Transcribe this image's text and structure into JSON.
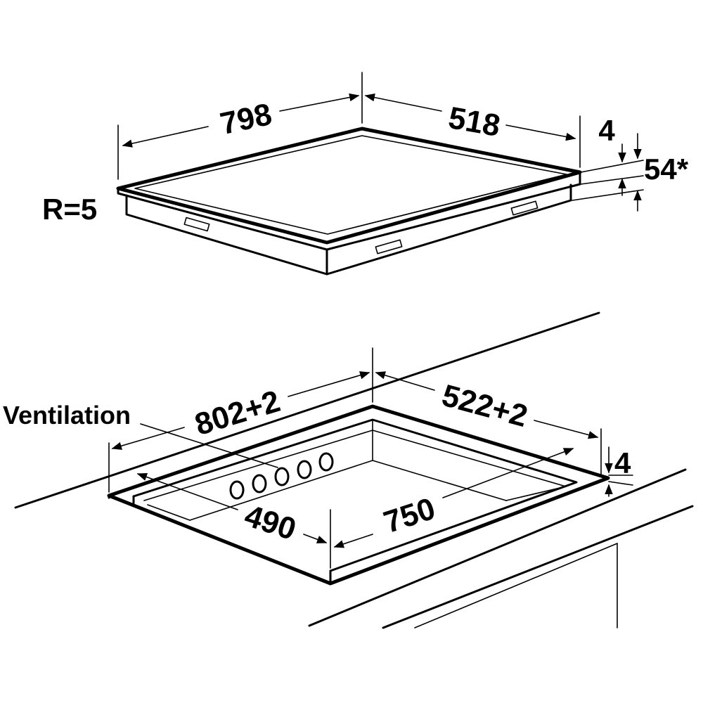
{
  "labels": {
    "hob_width": "798",
    "hob_depth": "518",
    "glass_thickness": "4",
    "total_height": "54*",
    "corner_radius": "R=5",
    "cutout_width": "802+2",
    "cutout_depth": "522+2",
    "ventilation": "Ventilation",
    "inner_depth": "490",
    "inner_width": "750",
    "worktop_offset": "4"
  },
  "colors": {
    "line": "#000000",
    "background": "#ffffff"
  }
}
